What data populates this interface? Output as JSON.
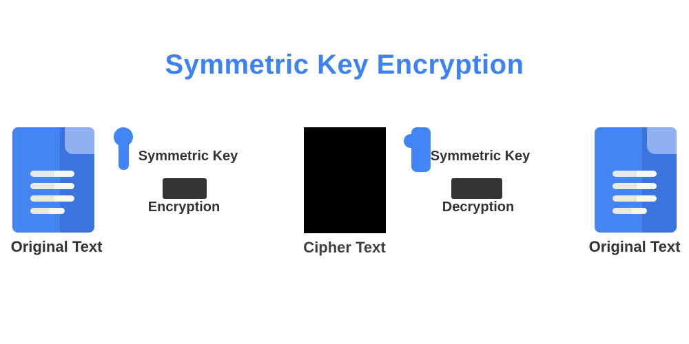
{
  "title": "Symmetric Key Encryption",
  "labels": {
    "source_doc": "Original Text",
    "result_doc": "Original Text",
    "cipher": "Cipher Text",
    "key_encrypt": "Symmetric Key",
    "key_decrypt": "Symmetric Key",
    "encrypt_op": "Encryption",
    "decrypt_op": "Decryption"
  },
  "icons": {
    "source": "document-icon",
    "result": "document-icon",
    "encrypt_key": "key-icon",
    "decrypt_key": "key-icon"
  },
  "colors": {
    "title_blue": "#3D82F4",
    "icon_blue": "#4285F4",
    "doc_blue_light": "#4485F2",
    "doc_blue_dark": "#3B74DC",
    "doc_fold_blue": "#8FB1F2",
    "doc_line_gray": "#E8E8E8",
    "process_block_dark": "#333333",
    "cipher_black": "#000000",
    "label_dark": "#333333",
    "background": "#FFFFFF"
  }
}
